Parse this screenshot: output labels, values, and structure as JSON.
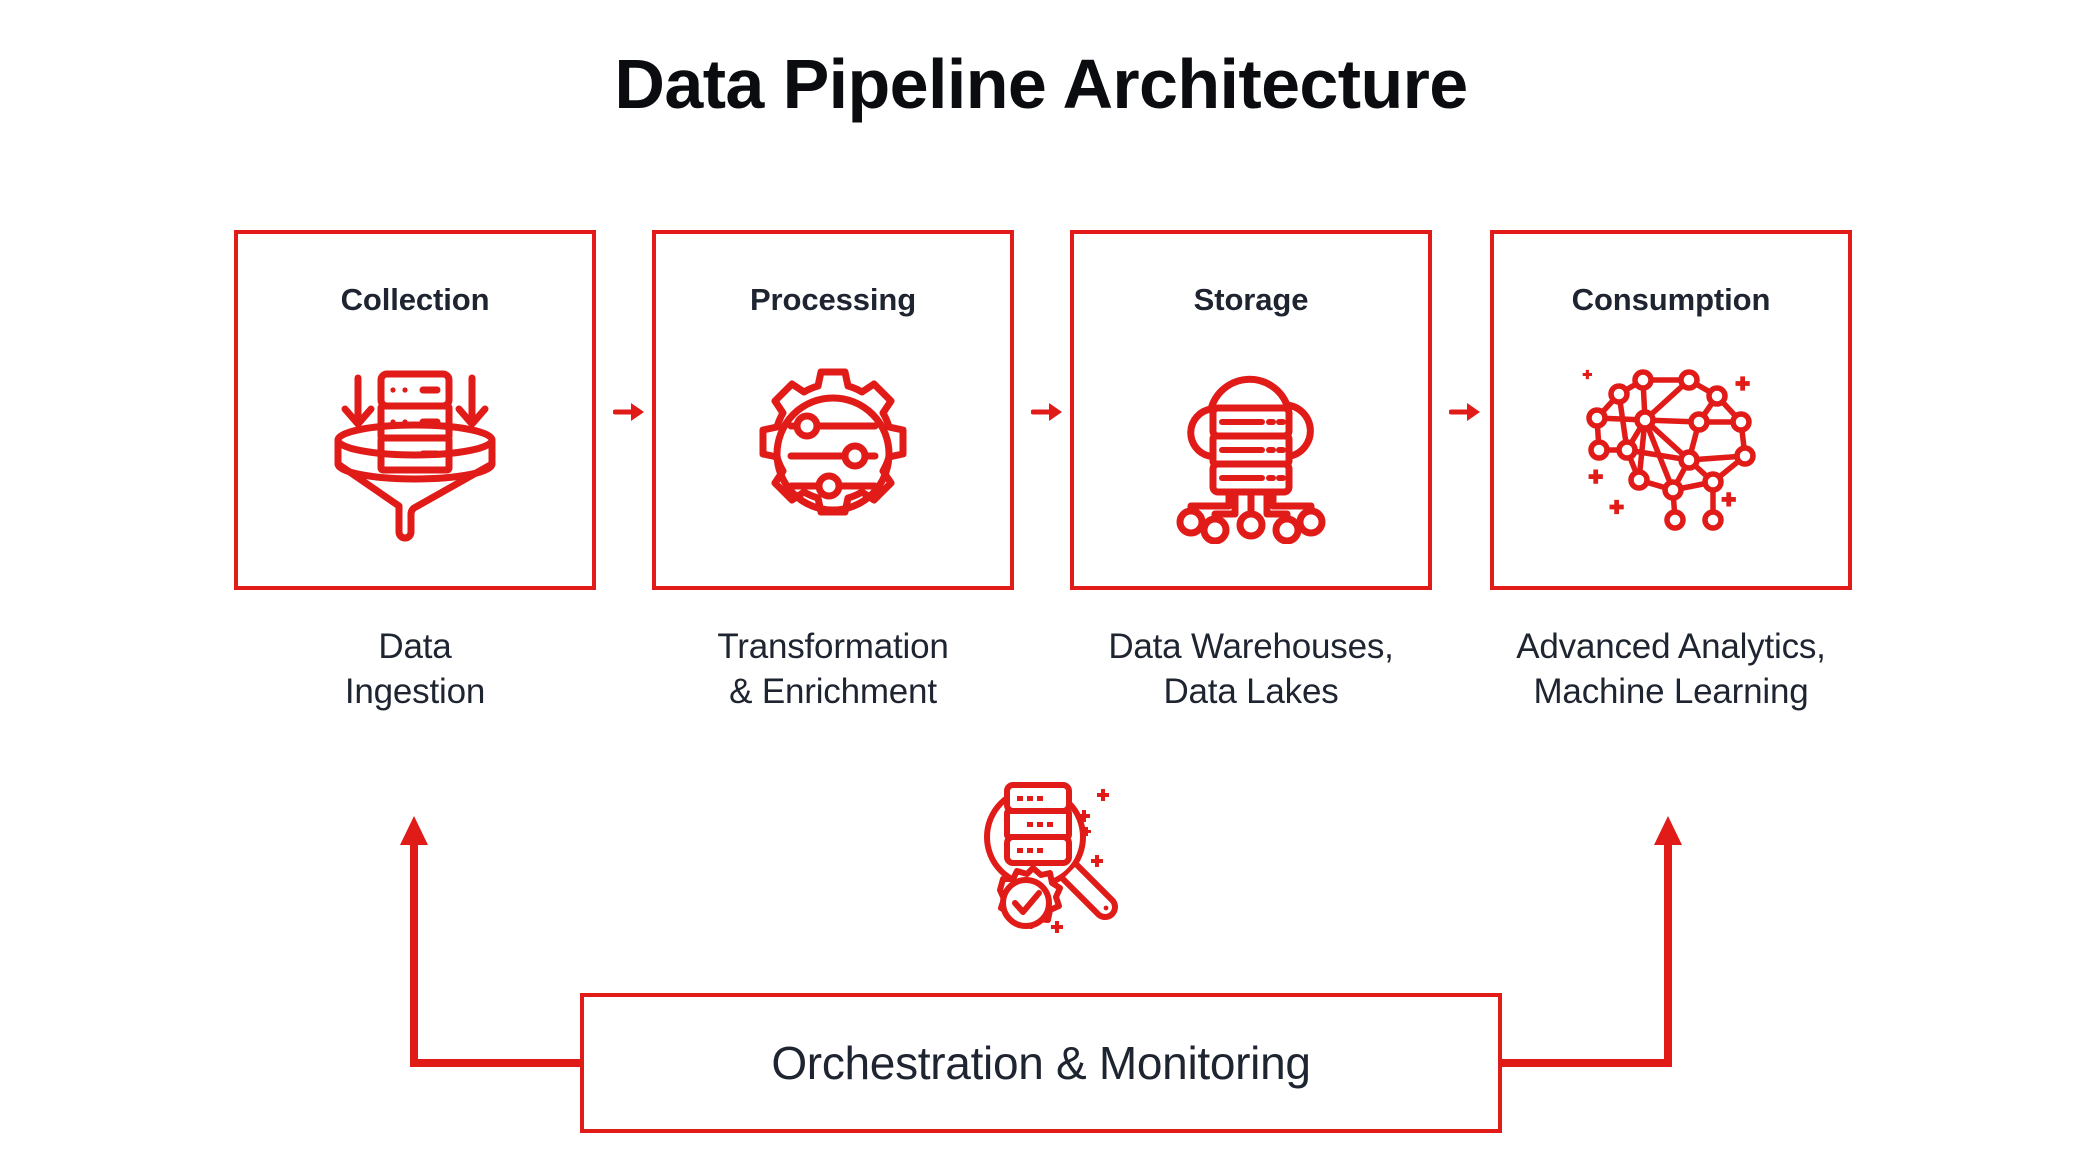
{
  "page": {
    "title": "Data Pipeline Architecture",
    "accent_color": "#e01b18",
    "text_color": "#1e2430",
    "background": "#ffffff"
  },
  "steps": [
    {
      "id": "collection",
      "title": "Collection",
      "icon": "funnel-server-icon",
      "caption_line1": "Data",
      "caption_line2": "Ingestion"
    },
    {
      "id": "processing",
      "title": "Processing",
      "icon": "gear-sliders-icon",
      "caption_line1": "Transformation",
      "caption_line2": "& Enrichment"
    },
    {
      "id": "storage",
      "title": "Storage",
      "icon": "cloud-server-network-icon",
      "caption_line1": "Data Warehouses,",
      "caption_line2": "Data Lakes"
    },
    {
      "id": "consumption",
      "title": "Consumption",
      "icon": "neural-network-icon",
      "caption_line1": "Advanced Analytics,",
      "caption_line2": "Machine Learning"
    }
  ],
  "connectors": [
    {
      "id": "collection-to-processing",
      "icon": "arrow-right-icon"
    },
    {
      "id": "processing-to-storage",
      "icon": "arrow-right-icon"
    },
    {
      "id": "storage-to-consumption",
      "icon": "arrow-right-icon"
    }
  ],
  "footer": {
    "label": "Orchestration & Monitoring",
    "icon": "magnifier-server-gear-check-icon",
    "feedback_loop": {
      "left_arrow": "arrow-up-icon",
      "right_arrow": "arrow-up-icon"
    }
  }
}
